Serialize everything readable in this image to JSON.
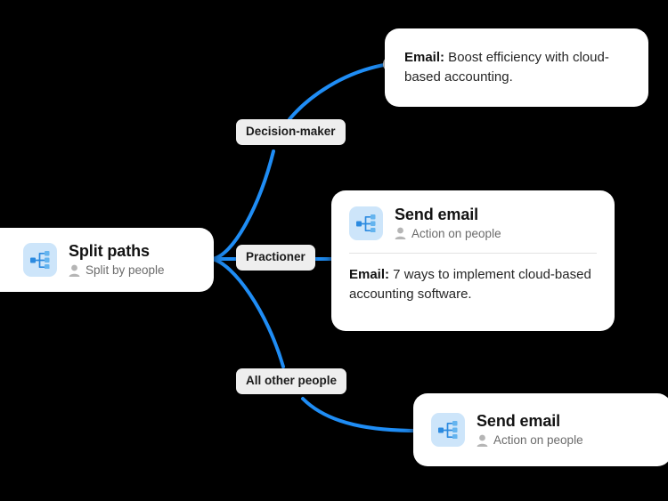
{
  "canvas": {
    "background": "#000000",
    "accent_color": "#1f8df5",
    "icon_tile_color": "#cde5fa",
    "pill_color": "#eeeeee"
  },
  "nodes": {
    "split": {
      "title": "Split paths",
      "subtitle": "Split by people",
      "icon": "split-paths-icon",
      "person_icon": "person-icon"
    },
    "email_top": {
      "label": "Email:",
      "body": " Boost efficiency with cloud-based accounting."
    },
    "send_mid": {
      "title": "Send email",
      "subtitle": "Action on people",
      "icon": "send-email-icon",
      "person_icon": "person-icon",
      "label": "Email:",
      "body": " 7 ways to implement cloud-based accounting software."
    },
    "send_bottom": {
      "title": "Send email",
      "subtitle": "Action on people",
      "icon": "send-email-icon",
      "person_icon": "person-icon"
    }
  },
  "branches": [
    {
      "label": "Decision-maker"
    },
    {
      "label": "Practioner"
    },
    {
      "label": "All other people"
    }
  ]
}
